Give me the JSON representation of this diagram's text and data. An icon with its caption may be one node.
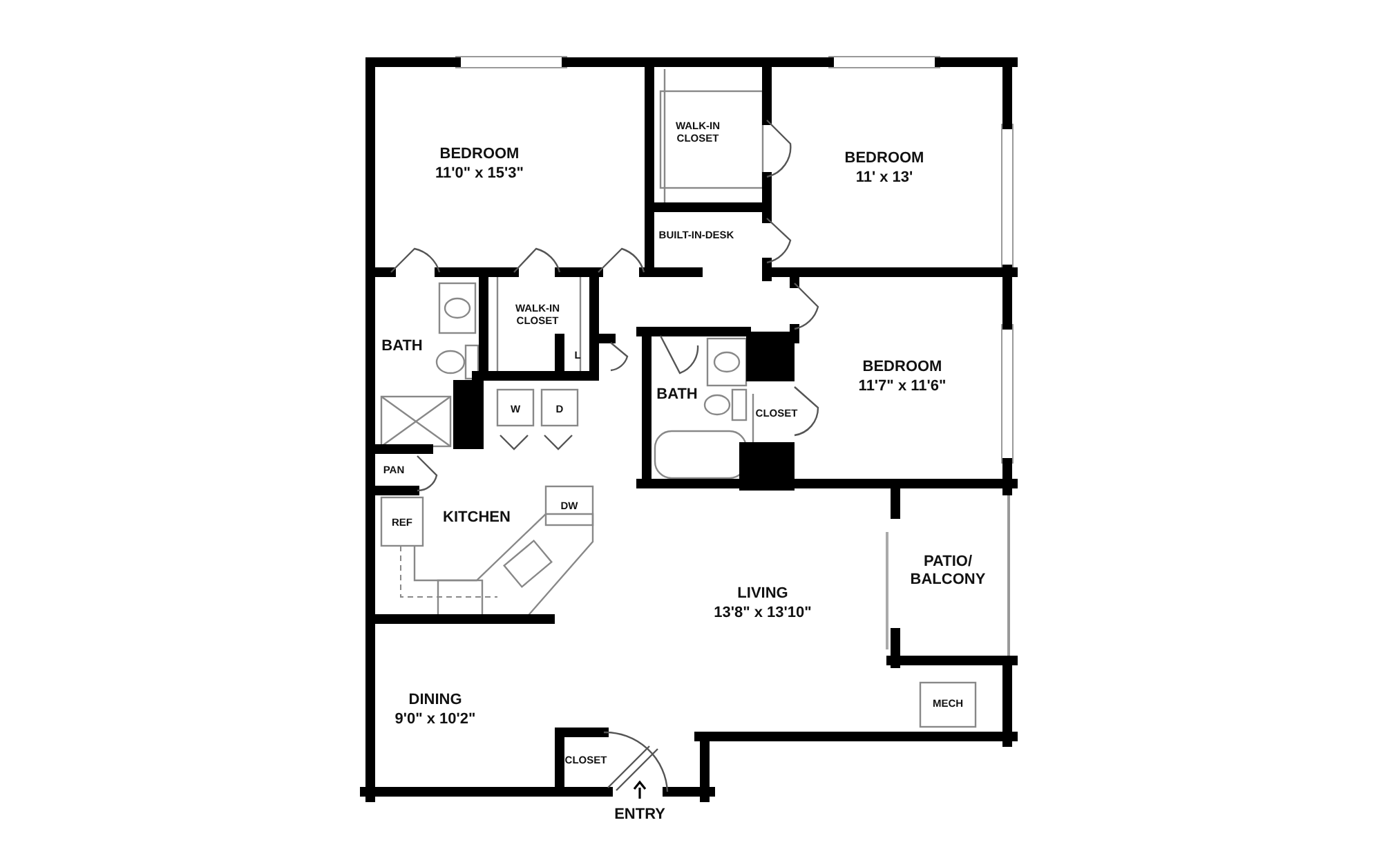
{
  "diagram": {
    "labels": [
      "BEDROOM",
      "11'0\" x 15'3\"",
      "WALK-IN CLOSET",
      "BEDROOM",
      "11' x 13'",
      "BUILT-IN-DESK",
      "WALK-IN CLOSET",
      "BATH",
      "L",
      "BEDROOM",
      "11'7\" x 11'6\"",
      "BATH",
      "W",
      "D",
      "CLOSET",
      "PAN",
      "KITCHEN",
      "DW",
      "REF",
      "PATIO/ BALCONY",
      "LIVING",
      "13'8\" x 13'10\"",
      "MECH",
      "DINING",
      "9'0\" x 10'2\"",
      "CLOSET",
      "ENTRY"
    ]
  }
}
